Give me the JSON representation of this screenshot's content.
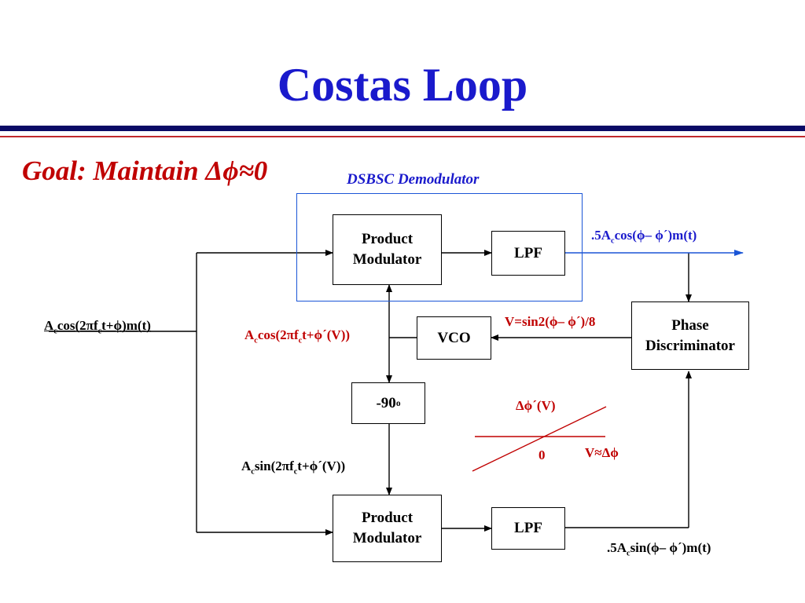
{
  "slide": {
    "title": "Costas Loop",
    "goal": "Goal: Maintain Δϕ≈0",
    "demod_label": "DSBSC Demodulator"
  },
  "blocks": {
    "product_modulator_top": "Product\nModulator",
    "lpf_top": "LPF",
    "vco": "VCO",
    "phase_shift": "-90",
    "phase_shift_sup": "o",
    "phase_discriminator": "Phase\nDiscriminator",
    "product_modulator_bottom": "Product\nModulator",
    "lpf_bottom": "LPF"
  },
  "signals": {
    "input": {
      "a": "A",
      "a_sub": "c",
      "b": "cos(2πf",
      "b_sub": "c",
      "c": "t+ϕ)m(t)"
    },
    "vco_out": {
      "a": "A",
      "a_sub": "c",
      "b": "cos(2πf",
      "b_sub": "c",
      "c": "t+ϕ´(V))"
    },
    "shifted": {
      "a": "A",
      "a_sub": "c",
      "b": "sin(2πf",
      "b_sub": "c",
      "c": "t+ϕ´(V))"
    },
    "top_out": {
      "a": ".5A",
      "a_sub": "c",
      "b": "cos(ϕ– ϕ´)m(t)"
    },
    "bottom_out": {
      "a": ".5A",
      "a_sub": "c",
      "b": "sin(ϕ– ϕ´)m(t)"
    },
    "control": "V=sin2(ϕ– ϕ´)/8"
  },
  "inset_graph": {
    "y_label": "Δϕ´(V)",
    "origin": "0",
    "x_label": "V≈Δϕ"
  },
  "colors": {
    "title": "#1a1acc",
    "goal": "#c00000",
    "frame": "#1a55d6",
    "rule_thick": "#0a0a66",
    "rule_thin": "#c0282c"
  }
}
